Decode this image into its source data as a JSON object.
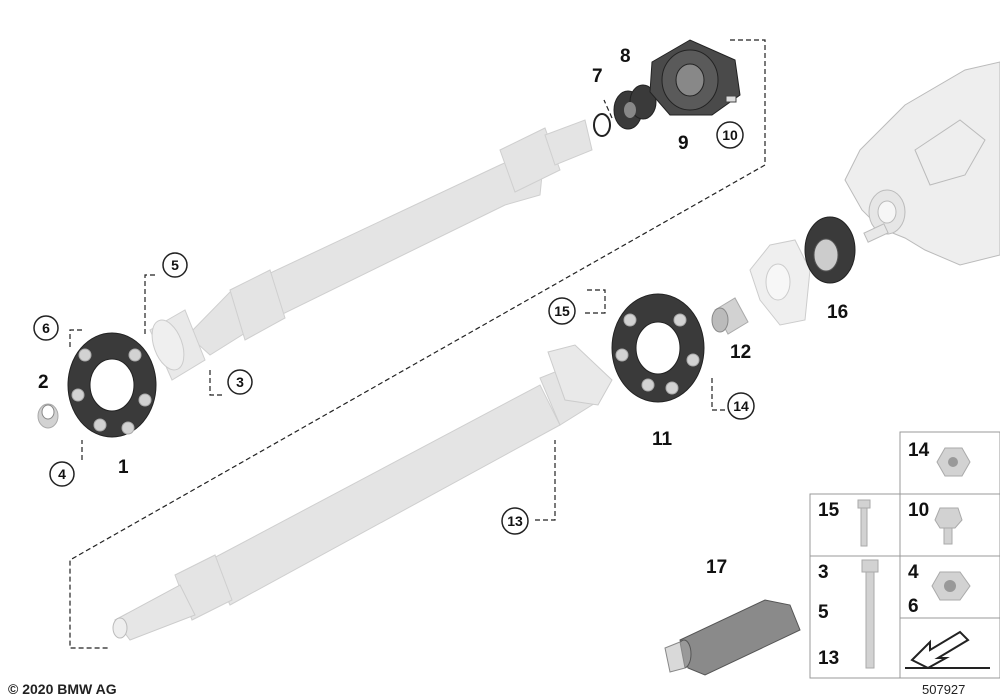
{
  "diagram": {
    "callouts": {
      "p1": "1",
      "p2": "2",
      "p3": "3",
      "p4": "4",
      "p5": "5",
      "p6": "6",
      "p7": "7",
      "p8": "8",
      "p9": "9",
      "p10": "10",
      "p11": "11",
      "p12": "12",
      "p13": "13",
      "p14": "14",
      "p15": "15",
      "p16": "16",
      "p17": "17"
    },
    "legend": {
      "c14": "14",
      "c15": "15",
      "c10": "10",
      "c3": "3",
      "c5": "5",
      "c13": "13",
      "c4": "4",
      "c6": "6"
    },
    "copyright": "© 2020 BMW AG",
    "diagram_number": "507927"
  }
}
